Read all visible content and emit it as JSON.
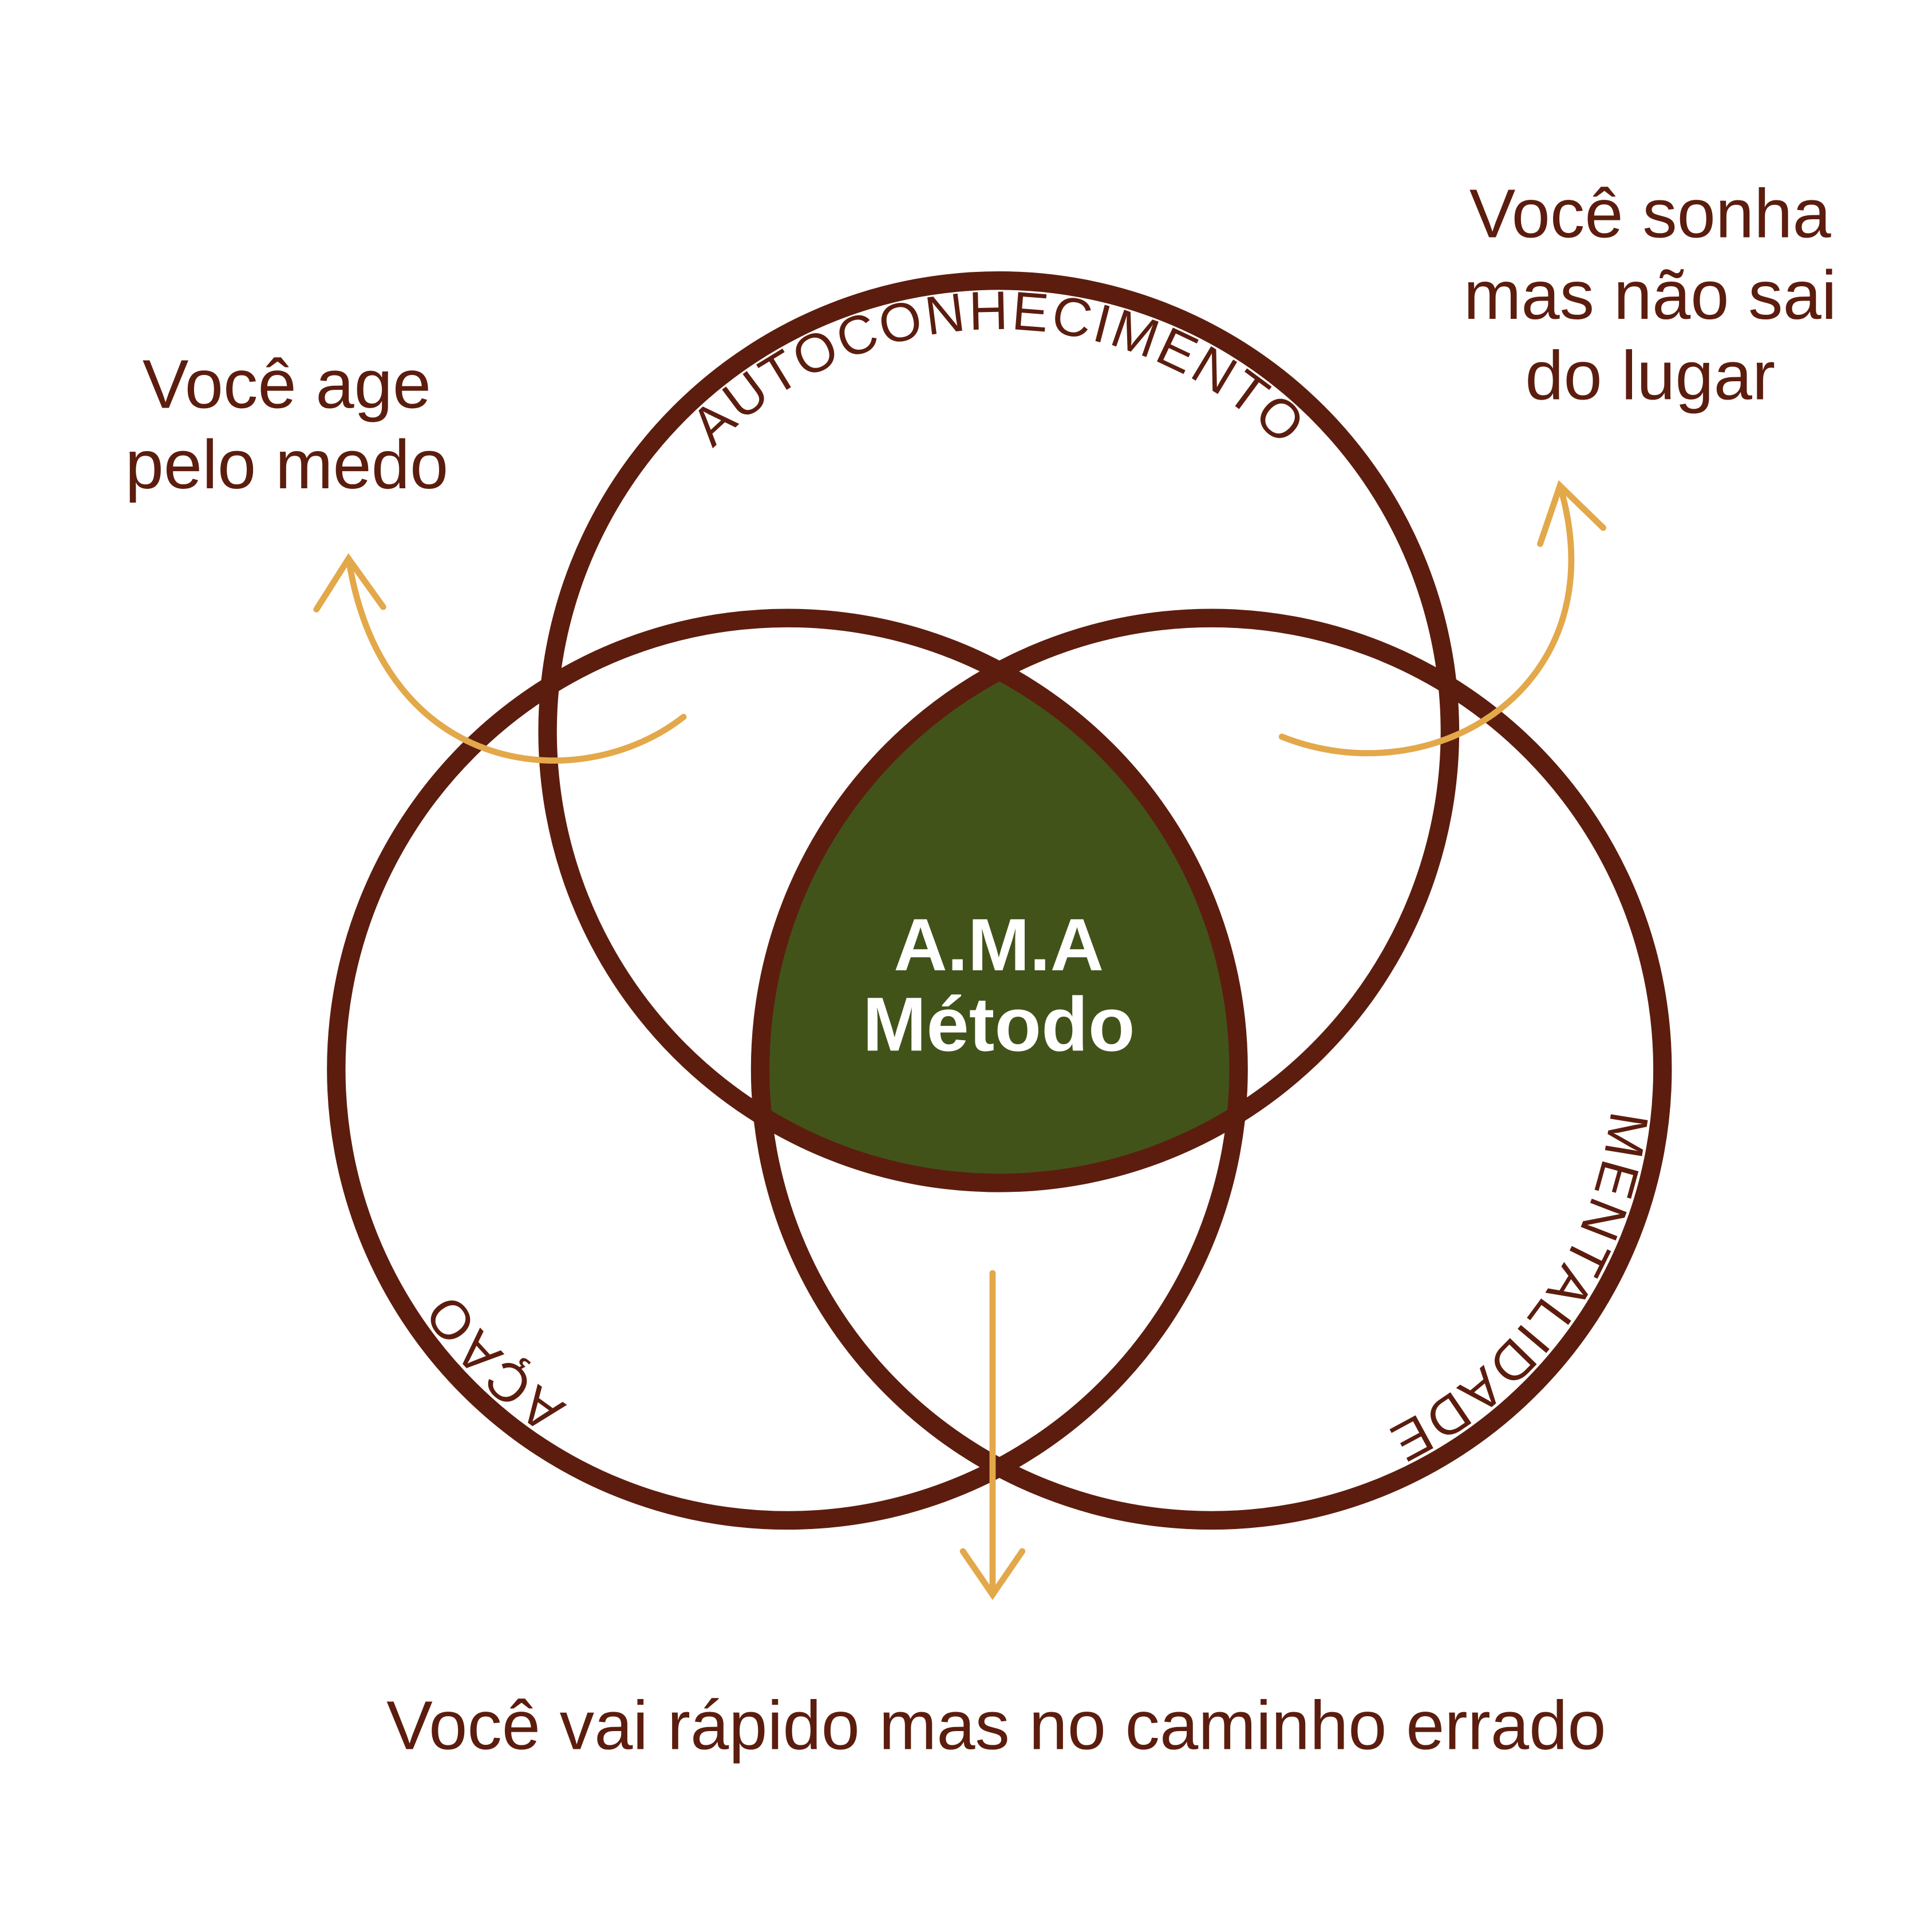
{
  "circles": {
    "top_label": "AUTOCONHECIMENTO",
    "left_label": "AÇÃO",
    "right_label": "MENTALIDADE"
  },
  "center": {
    "line1": "A.M.A",
    "line2": "Método"
  },
  "annotations": {
    "left": [
      "Você age",
      "pelo medo"
    ],
    "right": [
      "Você sonha",
      "mas não sai",
      "do lugar"
    ],
    "bottom": "Você vai rápido mas no caminho errado"
  },
  "colors": {
    "ring": "#5c1d0e",
    "center_fill": "#42531a",
    "arrow": "#e3a84a",
    "text": "#5c1d0e"
  }
}
